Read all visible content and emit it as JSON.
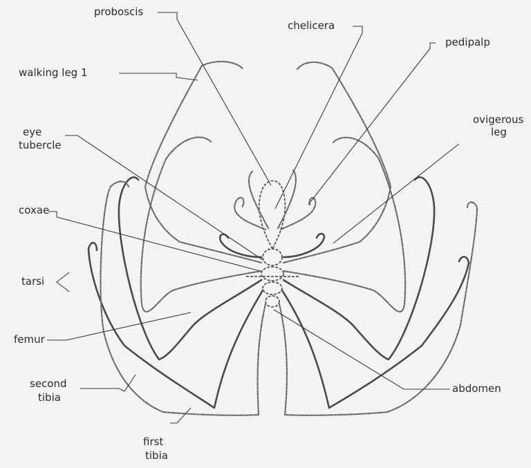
{
  "labels": {
    "proboscis": "proboscis",
    "chelicera": "chelicera",
    "pedipalp": "pedipalp",
    "walking_leg_1": "walking leg 1",
    "ovigerous_1": "ovigerous",
    "ovigerous_2": "leg",
    "eye_1": "eye",
    "eye_2": "tubercle",
    "coxae": "coxae",
    "tarsi": "tarsi",
    "femur": "femur",
    "second_tibia_1": "second",
    "second_tibia_2": "tibia",
    "abdomen": "abdomen",
    "first_tibia_1": "first",
    "first_tibia_2": "tibia"
  }
}
